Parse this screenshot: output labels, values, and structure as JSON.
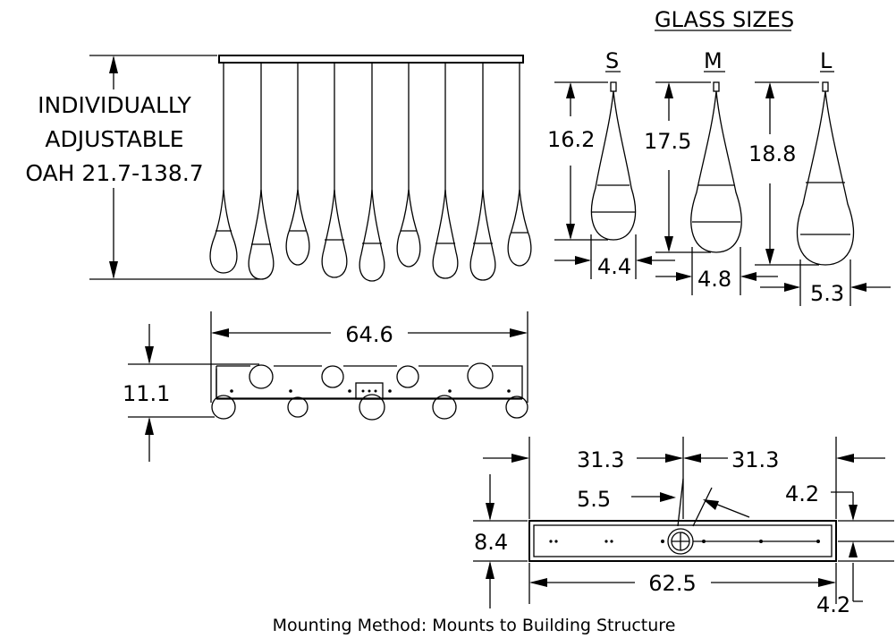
{
  "glass_sizes": {
    "heading": "GLASS SIZES",
    "small": {
      "label": "S",
      "height": "16.2",
      "width": "4.4"
    },
    "medium": {
      "label": "M",
      "height": "17.5",
      "width": "4.8"
    },
    "large": {
      "label": "L",
      "height": "18.8",
      "width": "5.3"
    }
  },
  "elevation": {
    "note_lines": [
      "INDIVIDUALLY",
      "ADJUSTABLE",
      "OAH 21.7-138.7"
    ]
  },
  "plan_view": {
    "length": "64.6",
    "depth": "11.1"
  },
  "canopy_view": {
    "half_left": "31.3",
    "half_right": "31.3",
    "hole_diameter": "5.5",
    "edge_top": "4.2",
    "edge_bottom": "4.2",
    "height": "8.4",
    "length": "62.5"
  },
  "footer": {
    "mounting_note": "Mounting Method: Mounts to Building Structure"
  }
}
